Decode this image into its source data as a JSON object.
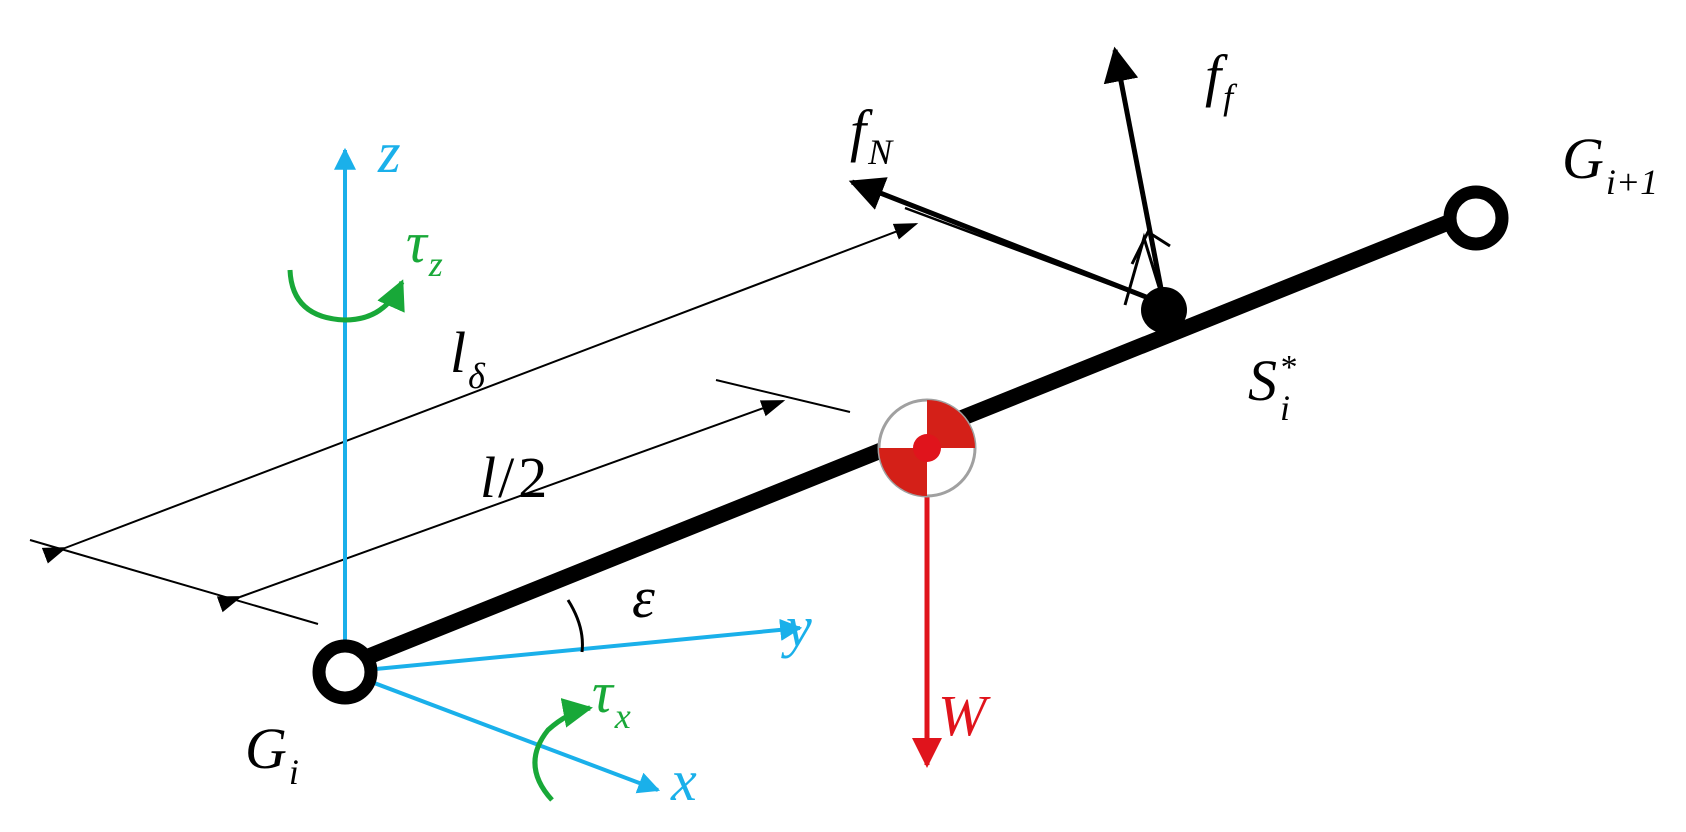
{
  "colors": {
    "axis": "#1ab0ea",
    "torque": "#18a838",
    "weight": "#e0141c",
    "ink": "#000000",
    "com_red": "#d42018",
    "com_outline": "#a0a0a0"
  },
  "labels": {
    "z_axis": "z",
    "y_axis": "y",
    "x_axis": "x",
    "tau_z": {
      "base": "τ",
      "sub": "z"
    },
    "tau_x": {
      "base": "τ",
      "sub": "x"
    },
    "epsilon": "ε",
    "l_delta": {
      "base": "l",
      "sub": "δ"
    },
    "l_half": {
      "base": "l",
      "slash": "/",
      "num": "2"
    },
    "weight": "W",
    "f_N": {
      "base": "f",
      "sub": "N"
    },
    "f_f": {
      "base": "f",
      "sub": "f"
    },
    "G_i": {
      "base": "G",
      "sub": "i"
    },
    "G_i1": {
      "base": "G",
      "sub": "i+1"
    },
    "S_i": {
      "base": "S",
      "sub": "i",
      "sup": "*"
    }
  }
}
